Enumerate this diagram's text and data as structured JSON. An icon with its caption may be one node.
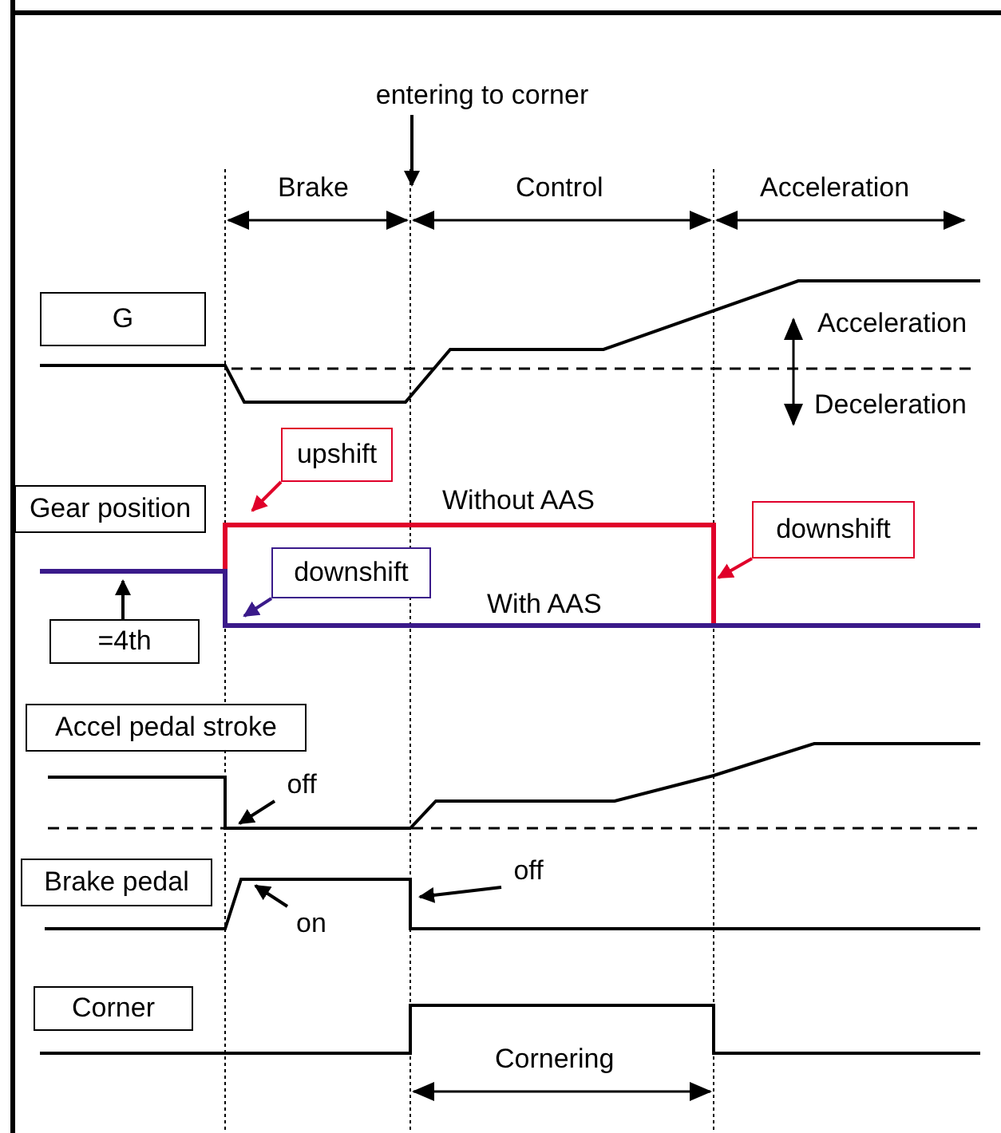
{
  "diagram": {
    "nodes": [
      {
        "text": [
          "G"
        ]
      },
      {
        "text": [
          "Gear position"
        ]
      },
      {
        "text": [
          "=4th"
        ]
      },
      {
        "text": [
          "upshift"
        ]
      },
      {
        "text": [
          "downshift"
        ]
      },
      {
        "text": [
          "downshift"
        ]
      },
      {
        "text": [
          "Accel pedal stroke"
        ]
      },
      {
        "text": [
          "Brake pedal"
        ]
      },
      {
        "text": [
          "Corner"
        ]
      },
      {
        "text": [
          "entering to corner"
        ]
      },
      {
        "text": [
          "off"
        ]
      },
      {
        "text": [
          "off"
        ]
      },
      {
        "text": [
          "on"
        ]
      }
    ],
    "edges": [
      {
        "from": 9,
        "to": null,
        "arrow": "to"
      },
      {
        "from": 3,
        "to": null,
        "arrow": "to",
        "color": "#e0002a"
      },
      {
        "from": 4,
        "to": null,
        "arrow": "to",
        "color": "#3a1a8a"
      },
      {
        "from": 5,
        "to": null,
        "arrow": "to",
        "color": "#e0002a"
      },
      {
        "from": 2,
        "to": null,
        "arrow": "to"
      },
      {
        "from": 10,
        "to": null,
        "arrow": "to"
      },
      {
        "from": 11,
        "to": null,
        "arrow": "to"
      },
      {
        "from": 12,
        "to": null,
        "arrow": "to"
      }
    ],
    "labels": [
      "Brake",
      "Control",
      "Acceleration",
      "Acceleration",
      "Deceleration",
      "Without AAS",
      "With AAS",
      "Cornering"
    ]
  }
}
